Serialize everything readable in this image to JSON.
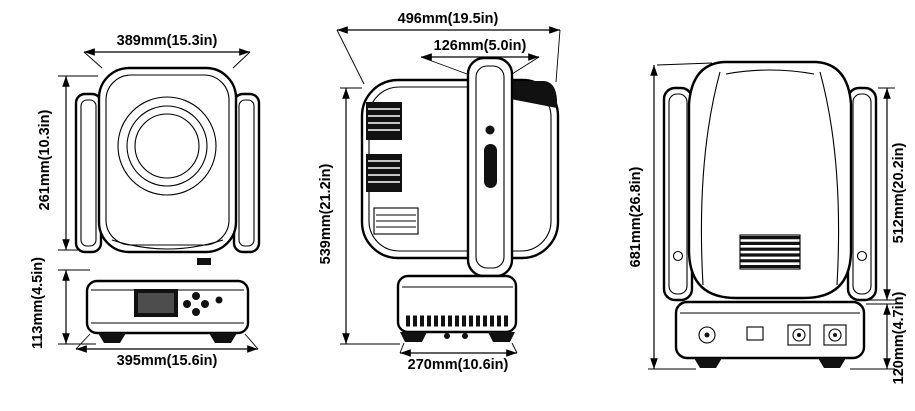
{
  "style": {
    "ink": "#000000",
    "background": "#ffffff"
  },
  "views": {
    "front": {
      "dims": {
        "head_width": "389mm(15.3in)",
        "head_height": "261mm(10.3in)",
        "base_height": "113mm(4.5in)",
        "base_width": "395mm(15.6in)"
      }
    },
    "side": {
      "dims": {
        "overall_depth": "496mm(19.5in)",
        "yoke_width": "126mm(5.0in)",
        "body_height": "539mm(21.2in)",
        "base_depth": "270mm(10.6in)"
      }
    },
    "rear": {
      "dims": {
        "overall_height": "681mm(26.8in)",
        "yoke_height": "512mm(20.2in)",
        "base_height": "120mm(4.7in)"
      }
    }
  }
}
